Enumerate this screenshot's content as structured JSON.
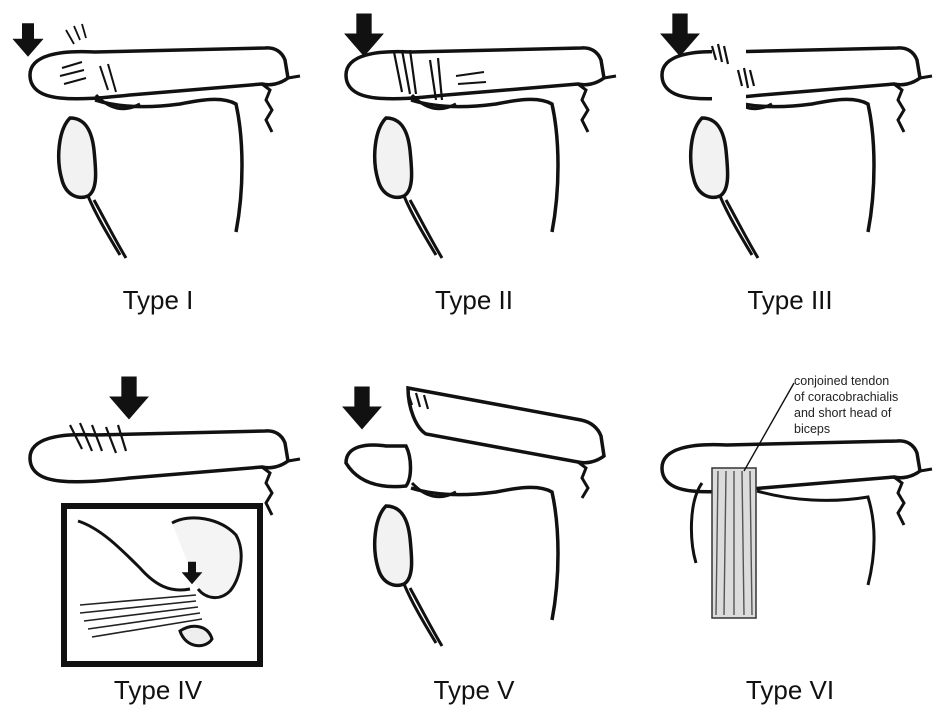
{
  "panels": [
    {
      "label": "Type I"
    },
    {
      "label": "Type II"
    },
    {
      "label": "Type III"
    },
    {
      "label": "Type IV"
    },
    {
      "label": "Type V"
    },
    {
      "label": "Type VI",
      "annotation": "conjoined tendon\nof coracobrachialis\nand short head of\nbiceps"
    }
  ]
}
